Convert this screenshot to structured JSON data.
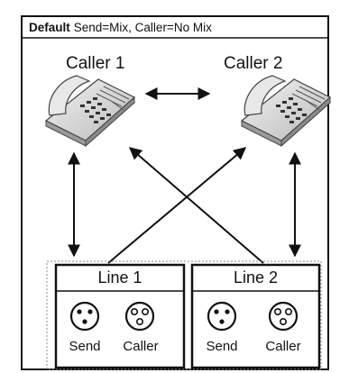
{
  "header": {
    "bold": "Default",
    "text": "Send=Mix, Caller=No Mix"
  },
  "callers": [
    {
      "label": "Caller 1"
    },
    {
      "label": "Caller 2"
    }
  ],
  "lines": [
    {
      "label": "Line 1",
      "ports": [
        "Send",
        "Caller"
      ]
    },
    {
      "label": "Line 2",
      "ports": [
        "Send",
        "Caller"
      ]
    }
  ]
}
